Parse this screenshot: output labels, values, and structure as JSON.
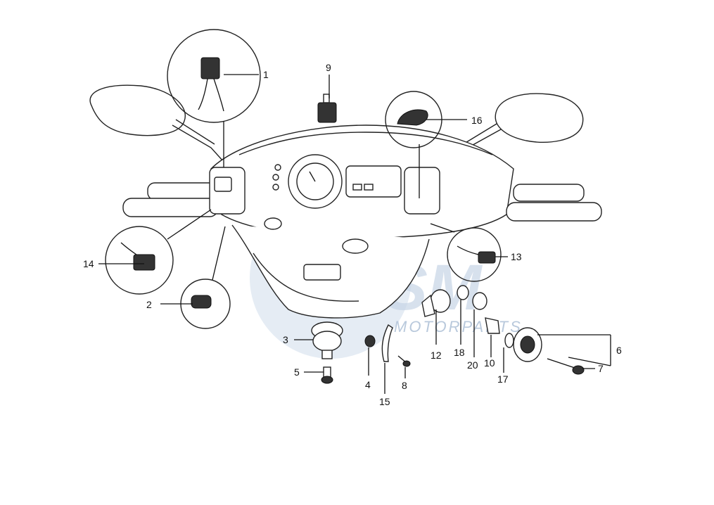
{
  "watermark": {
    "logo_text": "DSM",
    "sub_text": "MOTORPARTS"
  },
  "callouts": {
    "p1": "1",
    "p2": "2",
    "p3": "3",
    "p4": "4",
    "p5": "5",
    "p6": "6",
    "p7": "7",
    "p8": "8",
    "p9": "9",
    "p10": "10",
    "p12": "12",
    "p13": "13",
    "p14": "14",
    "p15": "15",
    "p16": "16",
    "p17": "17",
    "p18": "18",
    "p20": "20"
  }
}
